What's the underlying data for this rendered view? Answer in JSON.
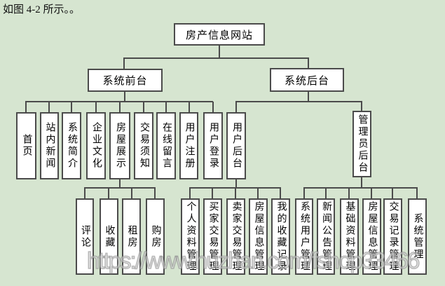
{
  "caption": "如图 4-2 所示。。",
  "watermark": "https://www.huzhan.com/fshop33466",
  "colors": {
    "background": "#d6e5d0",
    "box_fill": "#ffffff",
    "box_border": "#4b4b4b",
    "connector": "#4b4b4b",
    "text": "#000000"
  },
  "tree": {
    "root": "房产信息网站",
    "level2": [
      "系统前台",
      "系统后台"
    ],
    "front_children": [
      "首页",
      "站内新闻",
      "系统简介",
      "企业文化",
      "房屋展示",
      "交易须知",
      "在线留言",
      "用户注册",
      "用户登录"
    ],
    "back_children": [
      "用户后台",
      "管理员后台"
    ],
    "house_display_children": [
      "评论",
      "收藏",
      "租房",
      "购房"
    ],
    "user_backend_children": [
      "个人资料管理",
      "买家交易管理",
      "卖家交易管理",
      "房屋信息管理",
      "我的收藏记录"
    ],
    "admin_backend_children": [
      "系统用户管理",
      "新闻公告管理",
      "基础资料管理",
      "房屋信息管理",
      "交易记录管理",
      "系统管理"
    ]
  }
}
